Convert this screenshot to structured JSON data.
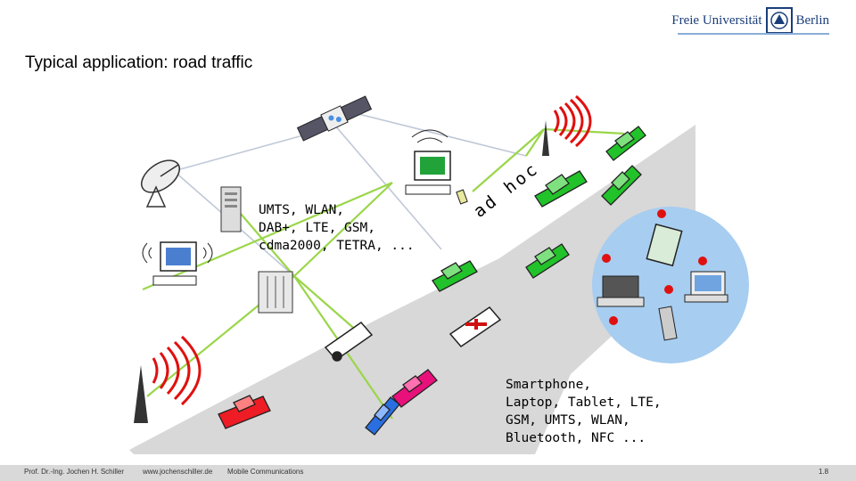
{
  "slide": {
    "title": "Typical application: road traffic",
    "logo": {
      "left": "Freie Universität",
      "right": "Berlin"
    },
    "label_networks": "UMTS, WLAN,\nDAB+, LTE, GSM,\ncdma2000, TETRA, ...",
    "label_adhoc": "ad hoc",
    "label_devices": "Smartphone,\nLaptop, Tablet, LTE,\nGSM, UMTS, WLAN,\nBluetooth, NFC ...",
    "footer": {
      "author": "Prof. Dr.-Ing. Jochen H. Schiller",
      "website": "www.jochenschiller.de",
      "course": "Mobile Communications",
      "page": "1.8"
    }
  },
  "colors": {
    "road": "#d8d8d8",
    "link": "#9ad64a",
    "sat_link": "#c0c8d8",
    "signal": "#e01010",
    "bubble": "#a7cdf0",
    "car_green": "#22c22a",
    "car_red": "#ee1c24",
    "car_pink": "#e8107a",
    "car_blue": "#2a6fe0"
  }
}
